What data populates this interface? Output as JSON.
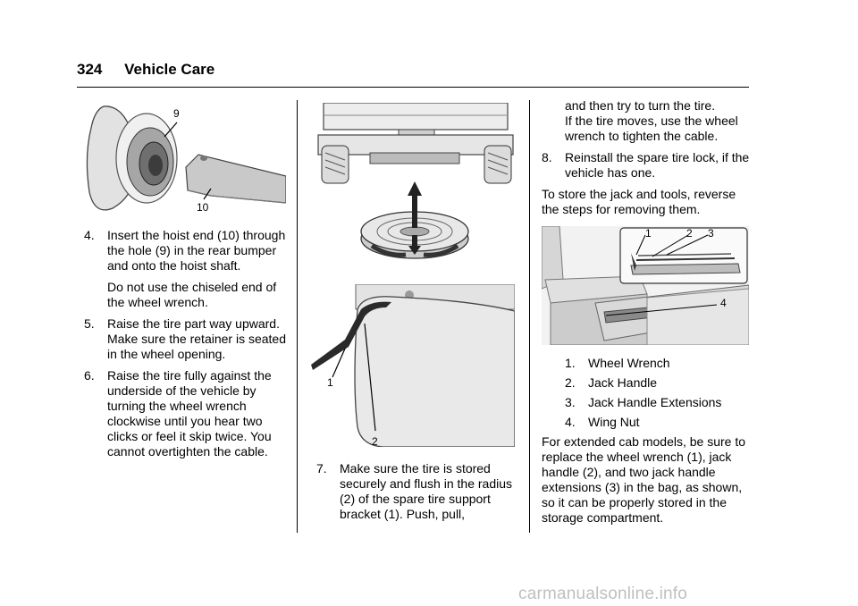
{
  "header": {
    "page_number": "324",
    "section_title": "Vehicle Care"
  },
  "fig1": {
    "callouts": [
      "9",
      "10"
    ]
  },
  "fig2": {},
  "fig3": {
    "callouts": [
      "1",
      "2"
    ]
  },
  "fig4": {
    "callouts": [
      "1",
      "2",
      "3",
      "4"
    ]
  },
  "col1": {
    "step4": {
      "num": "4.",
      "text": "Insert the hoist end (10) through the hole (9) in the rear bumper and onto the hoist shaft.",
      "note": "Do not use the chiseled end of the wheel wrench."
    },
    "step5": {
      "num": "5.",
      "text": "Raise the tire part way upward. Make sure the retainer is seated in the wheel opening."
    },
    "step6": {
      "num": "6.",
      "text": "Raise the tire fully against the underside of the vehicle by turning the wheel wrench clockwise until you hear two clicks or feel it skip twice. You cannot overtighten the cable."
    }
  },
  "col2": {
    "step7": {
      "num": "7.",
      "text": "Make sure the tire is stored securely and flush in the radius (2) of the spare tire support bracket (1). Push, pull,"
    }
  },
  "col3": {
    "step7_cont1": "and then try to turn the tire.",
    "step7_cont2": "If the tire moves, use the wheel wrench to tighten the cable.",
    "step8": {
      "num": "8.",
      "text": "Reinstall the spare tire lock, if the vehicle has one."
    },
    "store_para": "To store the jack and tools, reverse the steps for removing them.",
    "legend": [
      {
        "num": "1.",
        "label": "Wheel Wrench"
      },
      {
        "num": "2.",
        "label": "Jack Handle"
      },
      {
        "num": "3.",
        "label": "Jack Handle Extensions"
      },
      {
        "num": "4.",
        "label": "Wing Nut"
      }
    ],
    "closing_para": "For extended cab models, be sure to replace the wheel wrench (1), jack handle (2), and two jack handle extensions (3) in the bag, as shown, so it can be properly stored in the storage compartment."
  },
  "watermark": "carmanualsonline.info"
}
